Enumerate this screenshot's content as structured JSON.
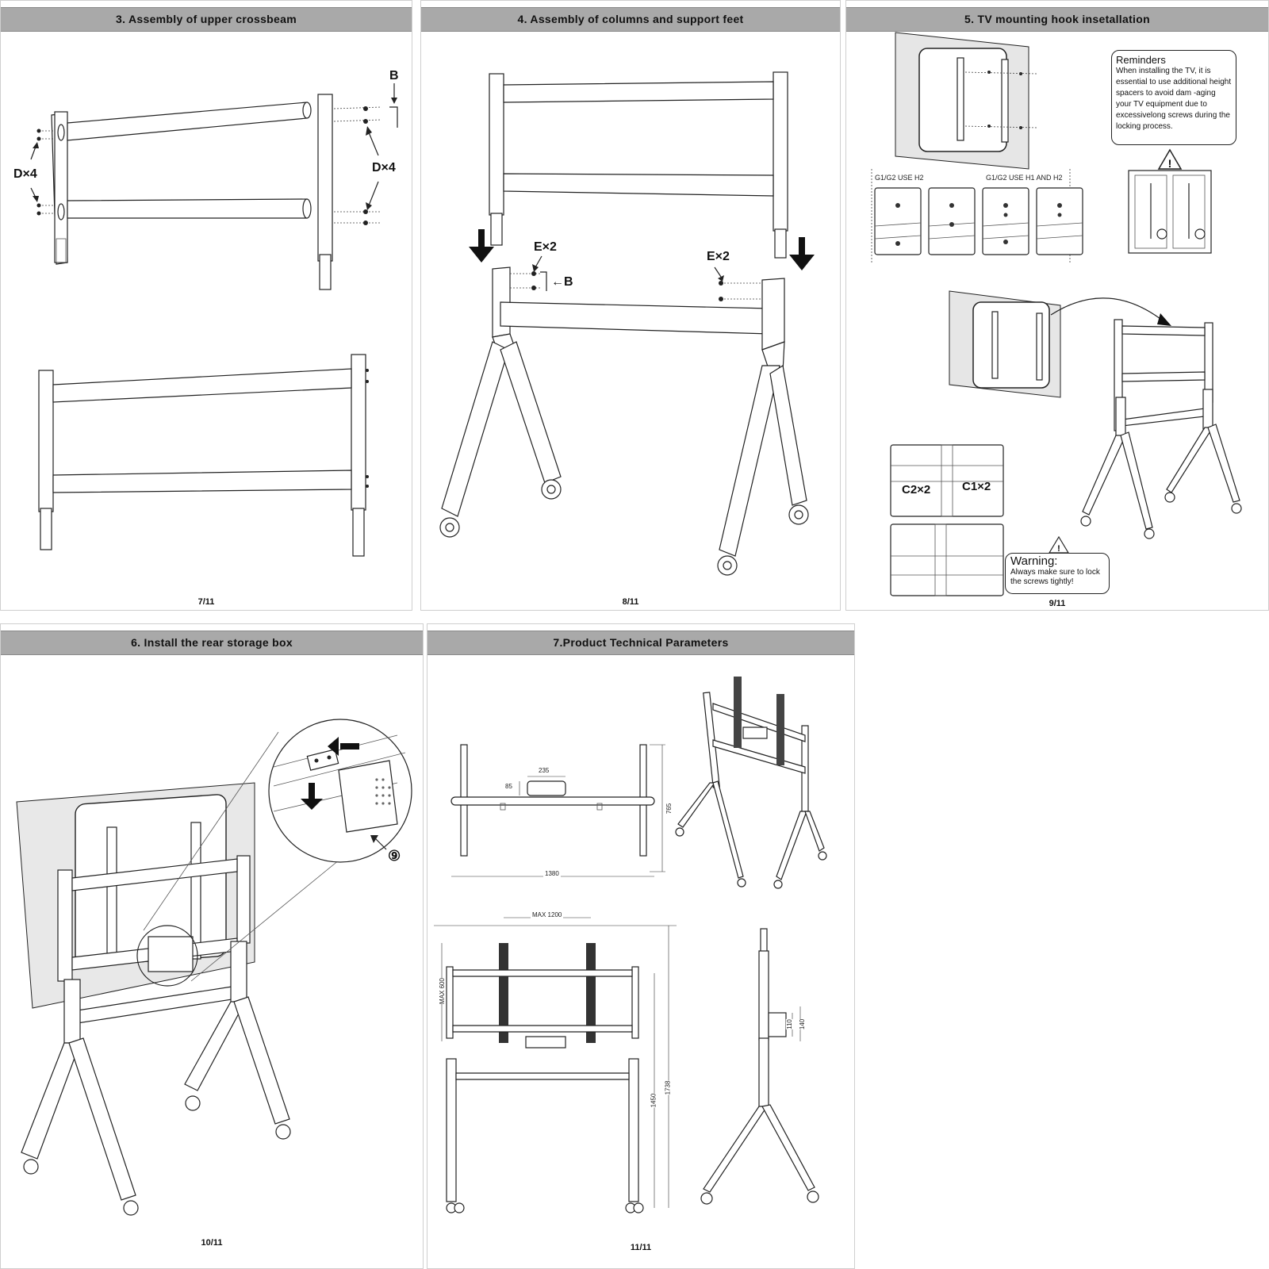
{
  "pages": [
    {
      "title": "3. Assembly of upper crossbeam",
      "page": "7/11",
      "labels": {
        "b": "B",
        "d_left": "D×4",
        "d_right": "D×4"
      }
    },
    {
      "title": "4. Assembly of columns and support feet",
      "page": "8/11",
      "labels": {
        "e_left": "E×2",
        "e_right": "E×2",
        "b": "←B"
      }
    },
    {
      "title": "5. TV  mounting hook insetallation",
      "page": "9/11",
      "reminder_title": "Reminders",
      "reminder_text": "When installing the TV, it is essential to use additional height spacers to avoid dam -aging your TV equipment due to excessivelong screws during the locking process.",
      "use_h2": "G1/G2 USE H2",
      "use_h1h2": "G1/G2 USE H1 AND H2",
      "c2": "C2×2",
      "c1": "C1×2",
      "warning_title": "Warning:",
      "warning_text": "Always make sure to lock the screws tightly!"
    },
    {
      "title": "6. Install the rear storage box",
      "page": "10/11",
      "part": "⑨"
    },
    {
      "title": "7.Product Technical Parameters",
      "page": "11/11",
      "dims": {
        "w235": "235",
        "h85": "85",
        "h765": "765",
        "w1380": "1380",
        "max1200": "MAX 1200",
        "max600": "MAX 600",
        "h1450": "1450",
        "h1738": "1738",
        "d110": "110",
        "d140": "140"
      }
    }
  ]
}
